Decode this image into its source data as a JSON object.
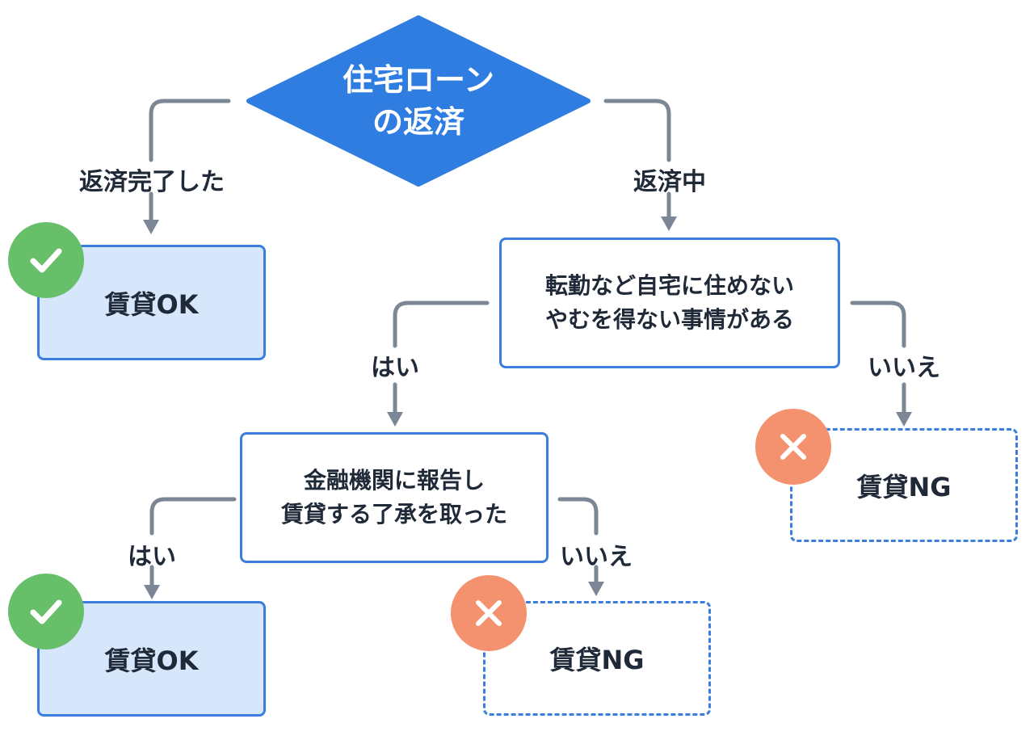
{
  "root": {
    "line1": "住宅ローン",
    "line2": "の返済"
  },
  "edges": {
    "repaid": "返済完了した",
    "repaying": "返済中",
    "yes1": "はい",
    "no1": "いいえ",
    "yes2": "はい",
    "no2": "いいえ"
  },
  "question1": {
    "line1": "転勤など自宅に住めない",
    "line2": "やむを得ない事情がある"
  },
  "question2": {
    "line1": "金融機関に報告し",
    "line2": "賃貸する了承を取った"
  },
  "results": {
    "ok_top": "賃貸OK",
    "ng_right": "賃貸NG",
    "ok_bottom": "賃貸OK",
    "ng_bottom": "賃貸NG"
  },
  "colors": {
    "diamond": "#2f7de1",
    "box_border": "#3b7ee0",
    "ok_fill": "#d6e6fb",
    "ok_badge": "#67bf6a",
    "ng_badge": "#f4916f",
    "connector": "#7b8794"
  },
  "icons": {
    "ok": "check-icon",
    "ng": "x-icon"
  }
}
